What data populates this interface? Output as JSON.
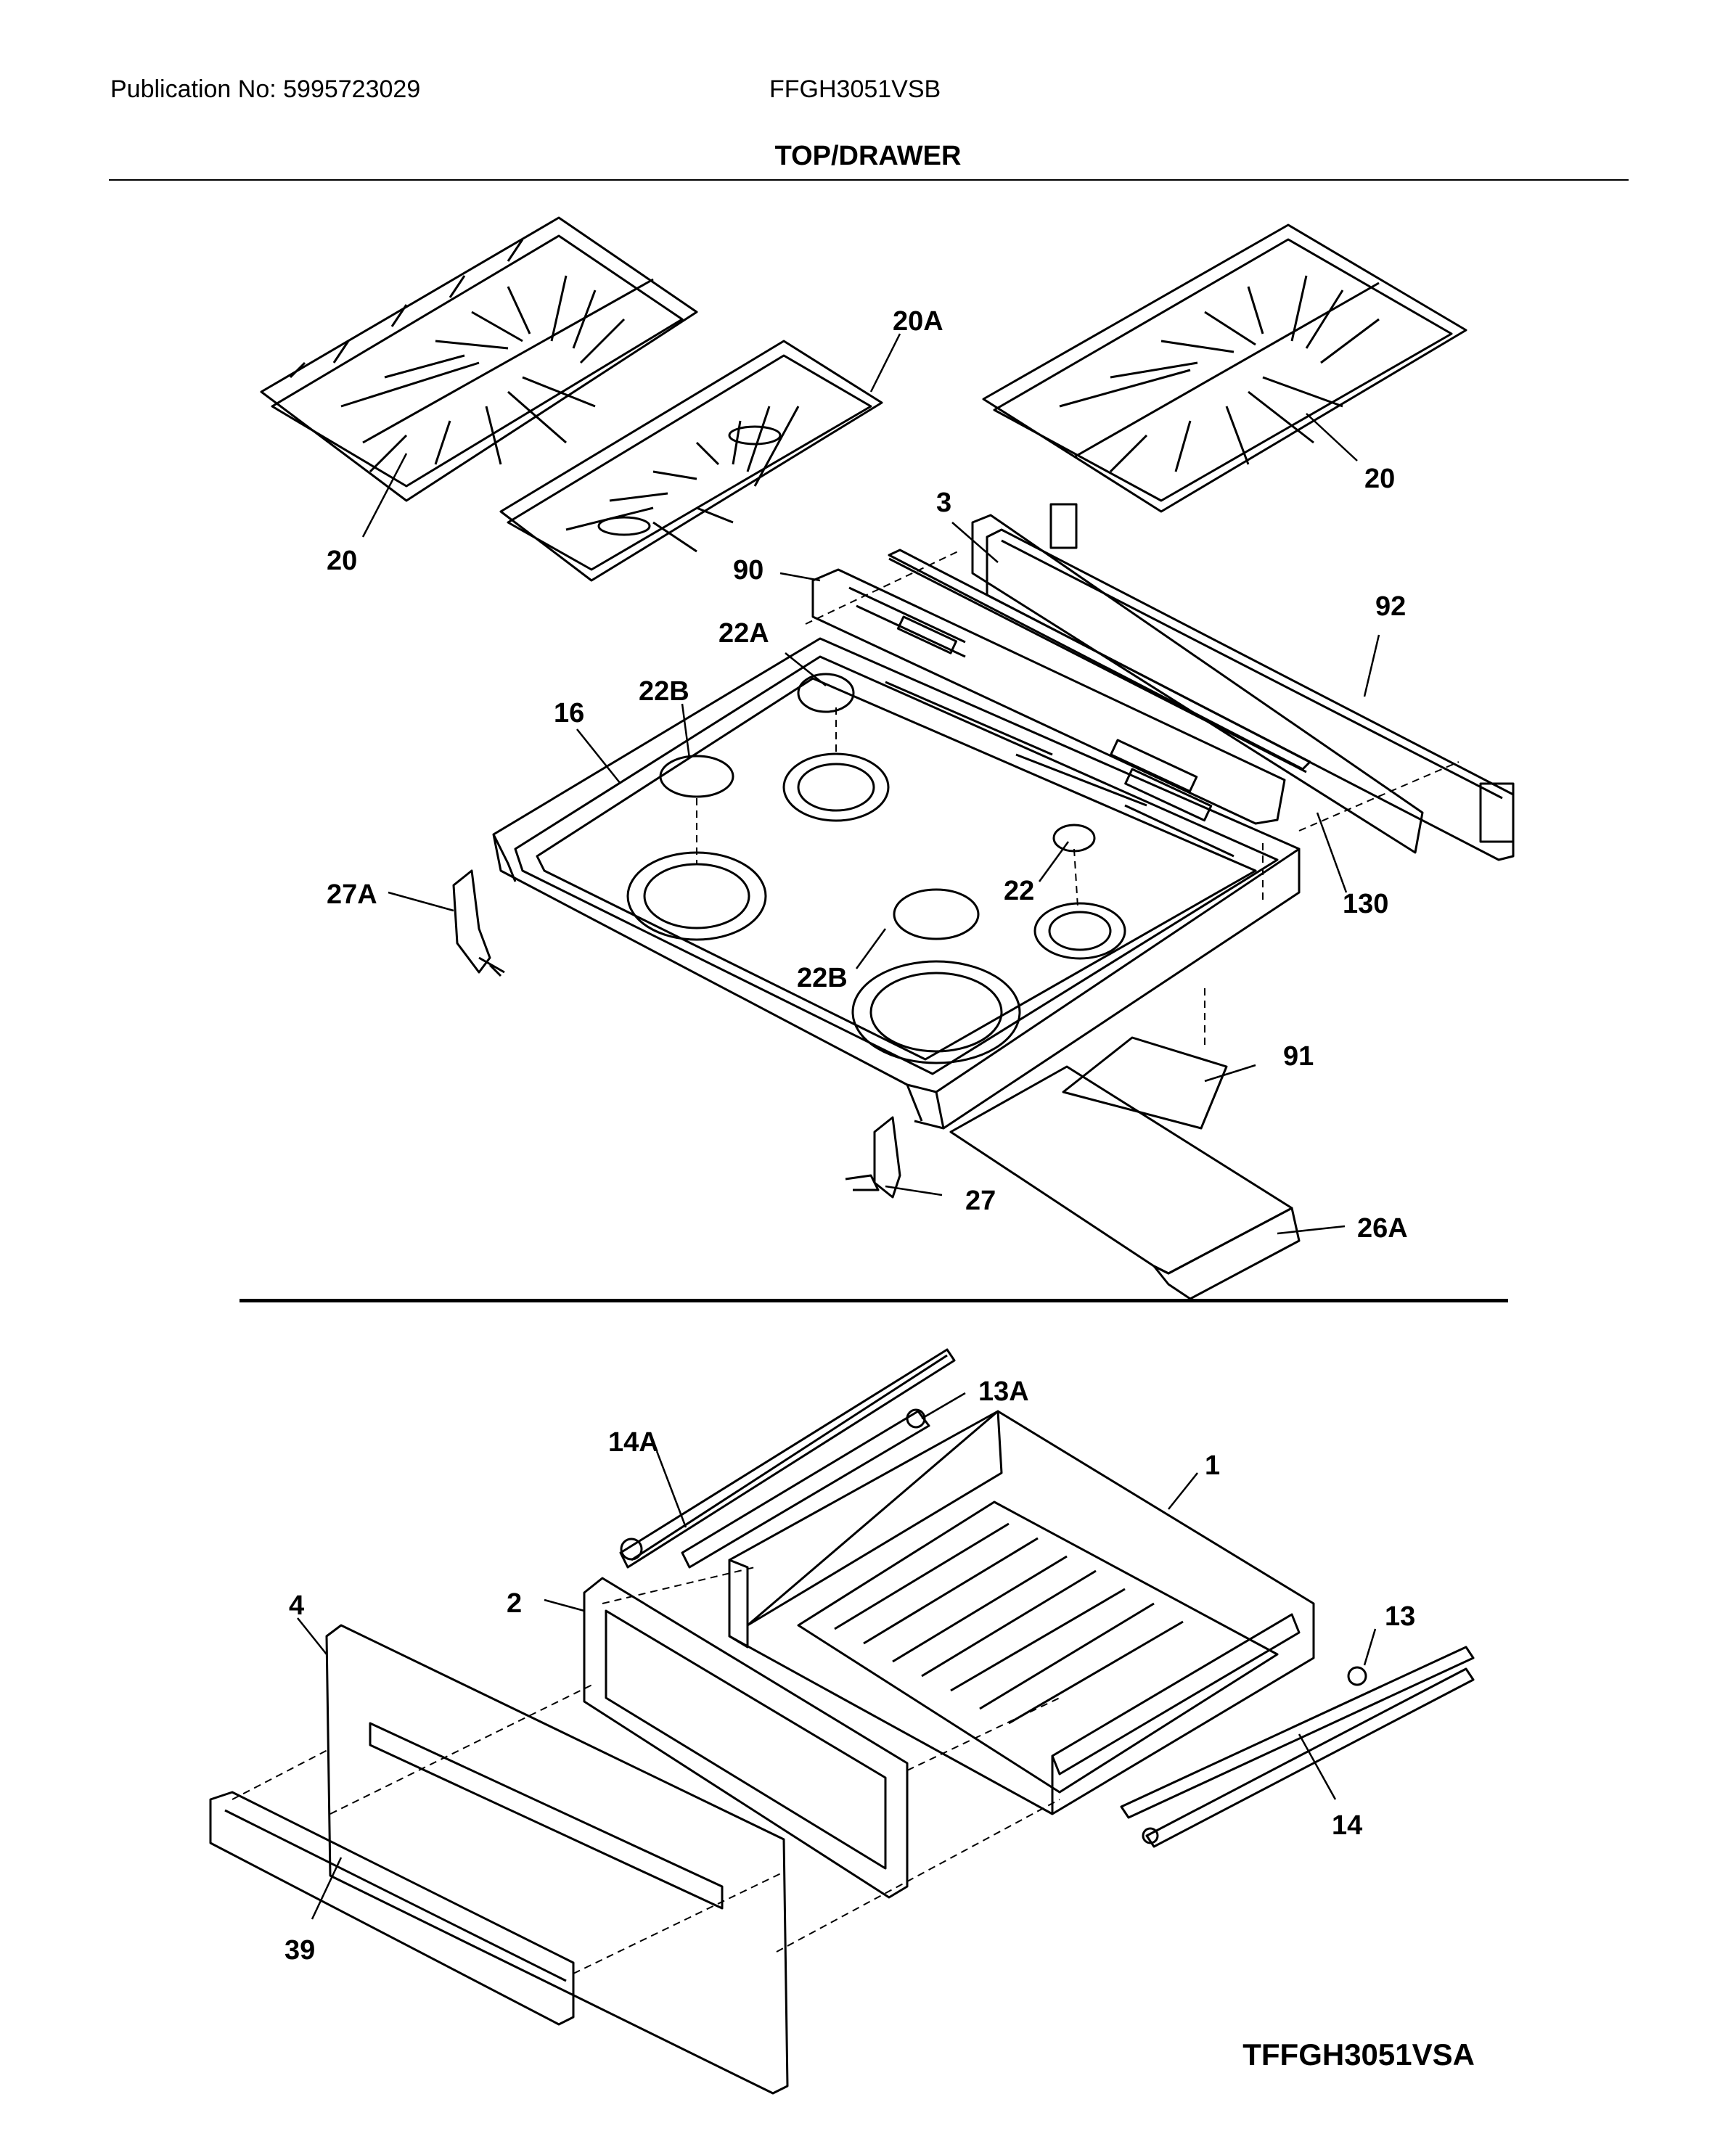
{
  "header": {
    "publication": "Publication No: 5995723029",
    "model": "FFGH3051VSB",
    "title": "TOP/DRAWER"
  },
  "footer": {
    "diagram_code": "TFFGH3051VSA"
  },
  "callouts": {
    "p20A": "20A",
    "p20_left": "20",
    "p20_right": "20",
    "p3": "3",
    "p90": "90",
    "p92": "92",
    "p22A": "22A",
    "p22B_top": "22B",
    "p16": "16",
    "p27A": "27A",
    "p22": "22",
    "p130": "130",
    "p22B_bottom": "22B",
    "p91": "91",
    "p27": "27",
    "p26A": "26A",
    "p13A": "13A",
    "p14A": "14A",
    "p1": "1",
    "p4": "4",
    "p2": "2",
    "p13": "13",
    "p14": "14",
    "p39": "39"
  }
}
